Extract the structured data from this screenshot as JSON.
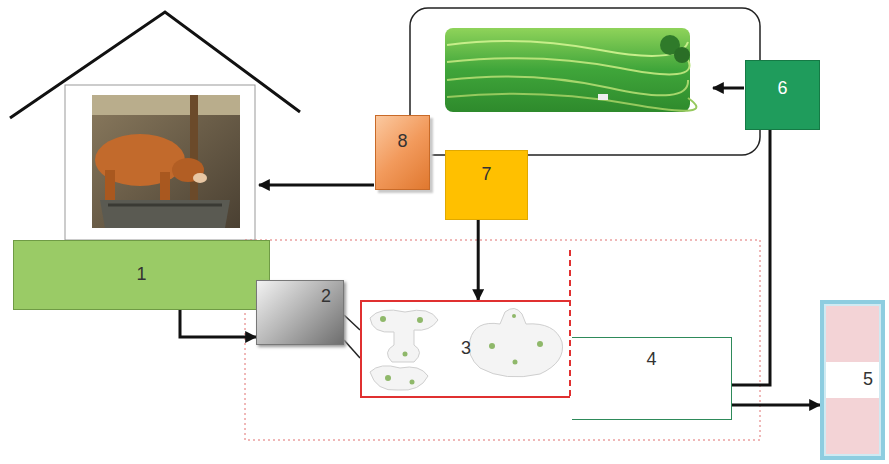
{
  "diagram": {
    "nodes": [
      {
        "text": [
          "1"
        ]
      },
      {
        "text": [
          "2"
        ]
      },
      {
        "text": [
          "3"
        ]
      },
      {
        "text": [
          "4"
        ]
      },
      {
        "text": [
          "5"
        ]
      },
      {
        "text": [
          "6"
        ]
      },
      {
        "text": [
          "7"
        ]
      },
      {
        "text": [
          "8"
        ]
      }
    ],
    "edges": [
      {
        "from": 0,
        "to": 1,
        "arrow": "to"
      },
      {
        "from": 1,
        "to": 2,
        "arrow": "none"
      },
      {
        "from": 6,
        "to": 2,
        "arrow": "to"
      },
      {
        "from": 3,
        "to": 5,
        "arrow": "none"
      },
      {
        "from": 3,
        "to": 4,
        "arrow": "to"
      }
    ]
  }
}
